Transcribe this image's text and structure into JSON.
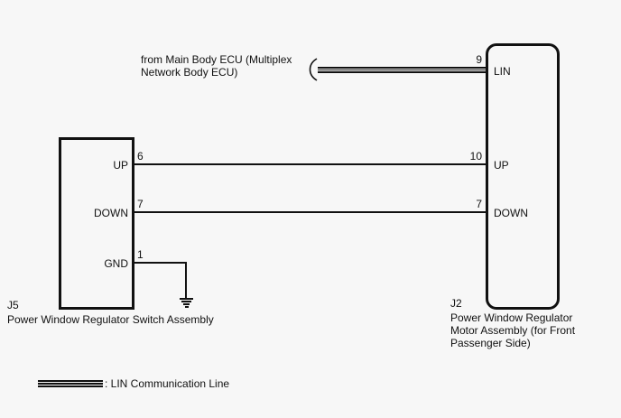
{
  "canvas": {
    "bg": "#f7f7f7",
    "line_color": "#111111"
  },
  "ecu_note": {
    "lines": [
      "from Main Body ECU (Multiplex",
      "Network Body ECU)"
    ]
  },
  "left_connector": {
    "id": "J5",
    "name": "Power Window Regulator Switch Assembly",
    "pins": [
      {
        "number": "6",
        "label": "UP"
      },
      {
        "number": "7",
        "label": "DOWN"
      },
      {
        "number": "1",
        "label": "GND"
      }
    ]
  },
  "right_connector": {
    "id": "J2",
    "name_lines": [
      "Power Window Regulator",
      "Motor Assembly (for Front",
      "Passenger Side)"
    ],
    "pins": [
      {
        "number": "9",
        "label": "LIN"
      },
      {
        "number": "10",
        "label": "UP"
      },
      {
        "number": "7",
        "label": "DOWN"
      }
    ]
  },
  "legend": {
    "label": ": LIN Communication Line"
  }
}
